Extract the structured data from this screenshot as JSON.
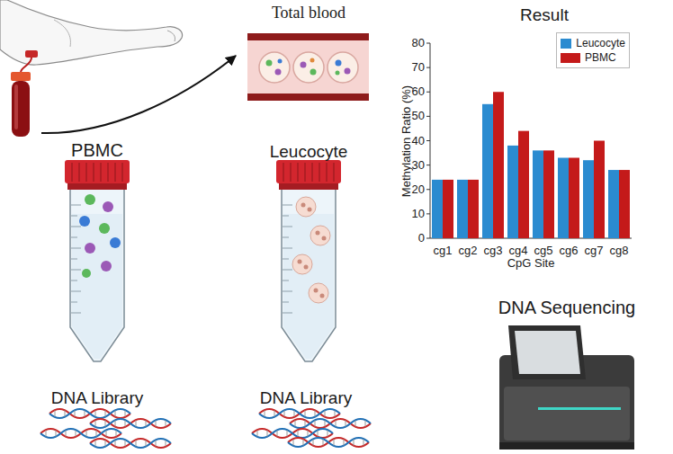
{
  "diagram": {
    "nodes": [
      {
        "text": [
          "Total blood"
        ]
      },
      {
        "text": [
          "Leucocyte"
        ]
      },
      {
        "text": [
          "PBMC"
        ]
      },
      {
        "text": [
          "DNA Library"
        ]
      },
      {
        "text": [
          "DNA Library"
        ]
      },
      {
        "text": [
          "DNA Sequencing"
        ]
      },
      {
        "text": [
          "Result"
        ]
      }
    ],
    "edges": [
      {
        "from": 0,
        "to": 1,
        "arrow": "to"
      },
      {
        "from": 1,
        "to": 2,
        "arrow": "to"
      },
      {
        "from": 2,
        "to": 3,
        "arrow": "to"
      },
      {
        "from": 1,
        "to": 4,
        "arrow": "to"
      },
      {
        "from": 3,
        "to": 5,
        "arrow": "to"
      },
      {
        "from": 5,
        "to": 6,
        "arrow": "to"
      }
    ],
    "labels": [
      "Methylation Ratio (%)",
      "0",
      "10",
      "20",
      "30",
      "40",
      "50",
      "60",
      "70",
      "80",
      "cg1",
      "cg2",
      "cg3",
      "cg4",
      "cg5",
      "cg6",
      "cg7",
      "cg8",
      "CpG Site"
    ],
    "legend": [
      {
        "text": "Leucocyte",
        "color": "#2b8bd0"
      },
      {
        "text": "PBMC",
        "color": "#c41a1a"
      }
    ]
  }
}
